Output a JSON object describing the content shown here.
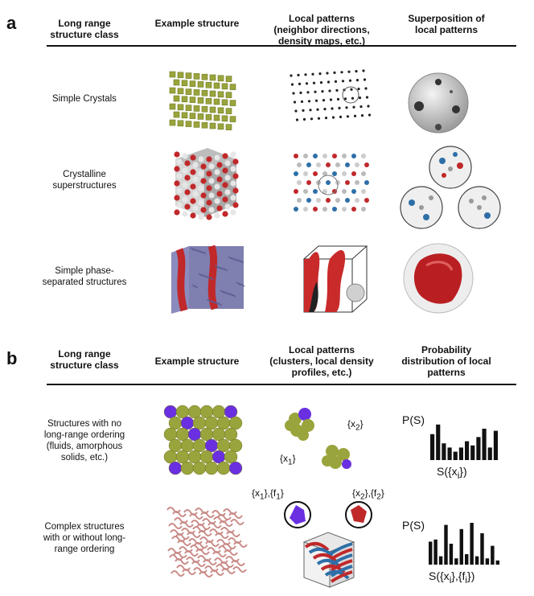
{
  "panel_a": {
    "letter": "a",
    "headers": [
      "Long range\nstructure class",
      "Example structure",
      "Local patterns\n(neighbor directions,\ndensity maps, etc.)",
      "Superposition of\nlocal patterns"
    ],
    "rows": [
      "Simple Crystals",
      "Crystalline\nsuperstructures",
      "Simple phase-\nseparated structures"
    ]
  },
  "panel_b": {
    "letter": "b",
    "headers": [
      "Long range\nstructure class",
      "Example structure",
      "Local patterns\n(clusters, local density\nprofiles, etc.)",
      "Probability\ndistribution of local\npatterns"
    ],
    "rows": [
      "Structures with no\nlong-range ordering\n(fluids, amorphous\nsolids, etc.)",
      "Complex structures\nwith or without long-\nrange ordering"
    ],
    "annotations": {
      "x1": "{x1}",
      "x2": "{x2}",
      "x1f1": "{x1},{f1}",
      "x2f2": "{x2},{f2}",
      "ps1": "P(S)",
      "ps2": "P(S)",
      "sx1": "S({xi})",
      "sx2": "S({xi},{fi})"
    }
  },
  "histograms": {
    "row1": [
      0.62,
      0.85,
      0.4,
      0.3,
      0.2,
      0.3,
      0.45,
      0.35,
      0.55,
      0.75,
      0.3,
      0.7
    ],
    "row2": [
      0.55,
      0.6,
      0.2,
      0.95,
      0.5,
      0.15,
      0.85,
      0.25,
      1.0,
      0.2,
      0.75,
      0.15,
      0.45,
      0.1
    ]
  },
  "colors": {
    "olive": "#9aa43c",
    "red": "#c0282a",
    "blue": "#2e6fa8",
    "purple": "#6a2fe0",
    "grey": "#cfcfcf",
    "pink": "#c98a86"
  }
}
